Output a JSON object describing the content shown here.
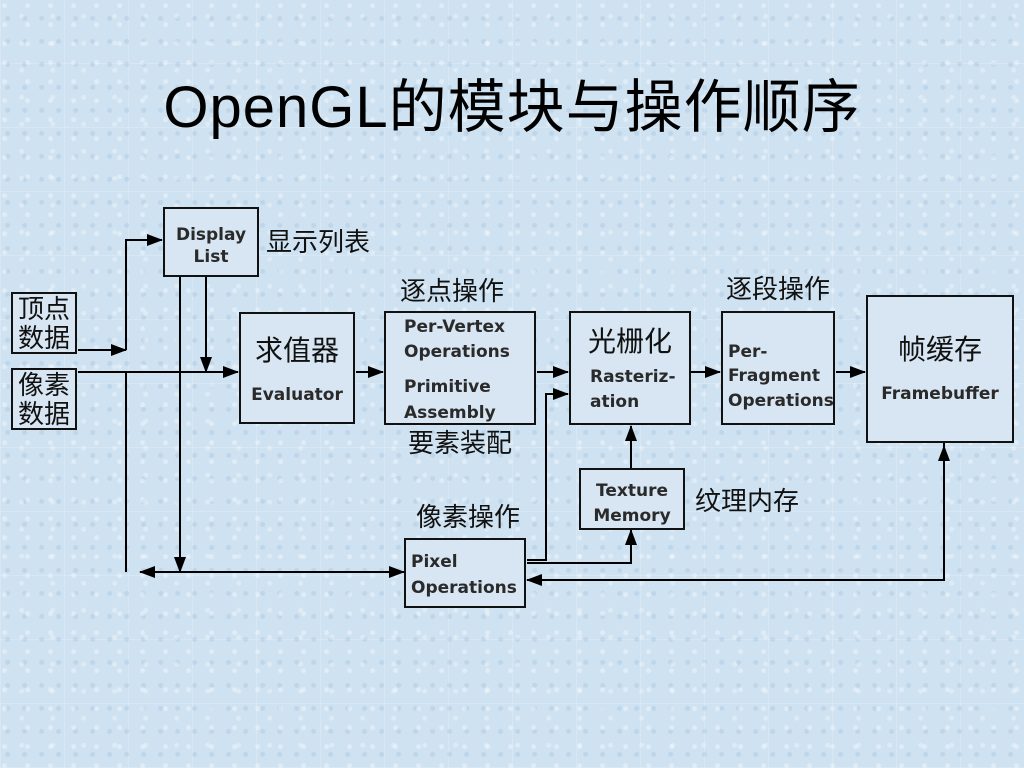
{
  "title": "OpenGL的模块与操作顺序",
  "labels": {
    "vertex_data_1": "顶点",
    "vertex_data_2": "数据",
    "pixel_data_1": "像素",
    "pixel_data_2": "数据",
    "display_list_en_1": "Display",
    "display_list_en_2": "List",
    "display_list_zh": "显示列表",
    "evaluator_zh": "求值器",
    "evaluator_en": "Evaluator",
    "per_vertex_zh": "逐点操作",
    "per_vertex_en_1": "Per-Vertex",
    "per_vertex_en_2": "Operations",
    "primitive_en_1": "Primitive",
    "primitive_en_2": "Assembly",
    "primitive_zh": "要素装配",
    "raster_zh": "光栅化",
    "raster_en_1": "Rasteriz-",
    "raster_en_2": "ation",
    "per_fragment_zh": "逐段操作",
    "per_fragment_en_1": "Per-",
    "per_fragment_en_2": "Fragment",
    "per_fragment_en_3": "Operations",
    "framebuffer_zh": "帧缓存",
    "framebuffer_en": "Framebuffer",
    "texture_en_1": "Texture",
    "texture_en_2": "Memory",
    "texture_zh": "纹理内存",
    "pixel_ops_zh": "像素操作",
    "pixel_ops_en_1": "Pixel",
    "pixel_ops_en_2": "Operations"
  }
}
